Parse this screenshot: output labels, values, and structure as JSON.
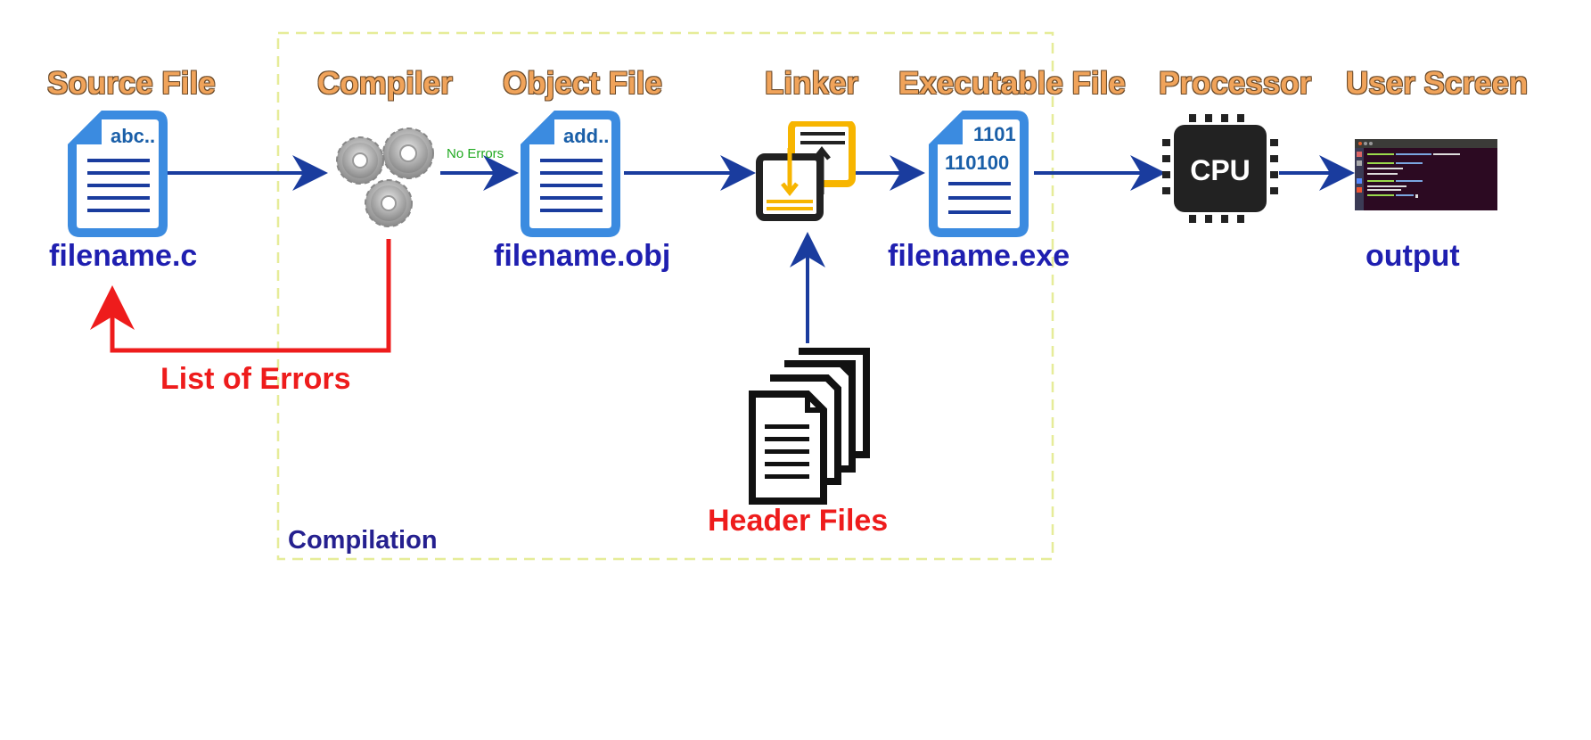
{
  "stages": {
    "source_title": "Source File",
    "compiler_title": "Compiler",
    "object_title": "Object File",
    "linker_title": "Linker",
    "executable_title": "Executable File",
    "processor_title": "Processor",
    "screen_title": "User Screen"
  },
  "files": {
    "source_name": "filename.c",
    "object_name": "filename.obj",
    "executable_name": "filename.exe",
    "output_name": "output"
  },
  "icon_text": {
    "source_doc": "abc..",
    "object_doc": "add..",
    "exe_line1": "1101",
    "exe_line2": "110100",
    "cpu": "CPU"
  },
  "labels": {
    "no_errors": "No Errors",
    "list_of_errors": "List of Errors",
    "header_files": "Header Files",
    "compilation": "Compilation"
  },
  "icons": [
    "document-icon",
    "gears-icon",
    "document-icon",
    "linker-icon",
    "document-icon",
    "cpu-icon",
    "terminal-screen-icon",
    "stacked-documents-icon"
  ],
  "colors": {
    "stage_title": "#f0a35a",
    "filename": "#1f1fb0",
    "error": "#ee1c1c",
    "arrow": "#1a3c9e",
    "compilation_border": "#e6ec98",
    "doc_blue": "#3b8be0",
    "linker_yellow": "#f7b500"
  }
}
